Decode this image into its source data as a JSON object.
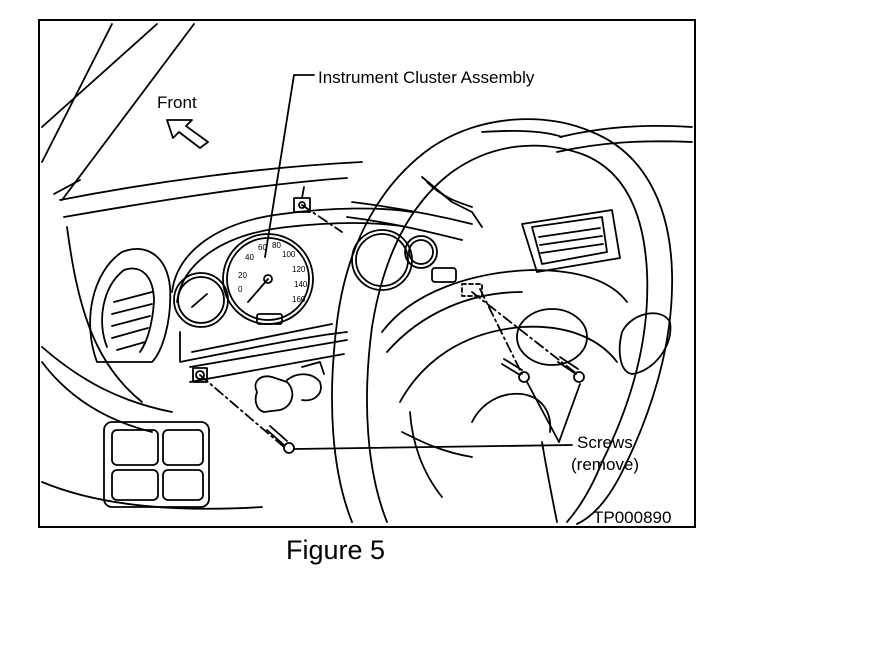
{
  "labels": {
    "front": "Front",
    "cluster": "Instrument Cluster Assembly",
    "screws": "Screws",
    "screws_action": "(remove)",
    "part_code": "TP000890"
  },
  "caption": "Figure 5",
  "gauge_numbers": [
    "60",
    "80",
    "100",
    "120",
    "40",
    "20",
    "140",
    "0",
    "160"
  ]
}
